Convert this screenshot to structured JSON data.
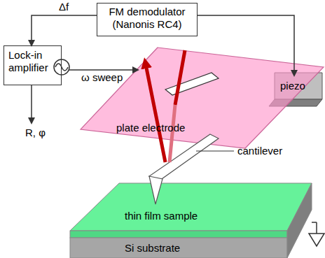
{
  "diagram": {
    "nodes": [
      {
        "text": [
          "FM demodulator (Nanonis RC4)"
        ]
      },
      {
        "text": [
          "Lock-in amplifier"
        ]
      }
    ],
    "edges": [
      {
        "from": 0,
        "to": 1,
        "arrow": "to",
        "label": "Δf"
      }
    ],
    "labels": [
      "ω sweep",
      "R, φ",
      "plate electrode",
      "piezo",
      "cantilever",
      "thin film sample",
      "Si substrate"
    ]
  }
}
